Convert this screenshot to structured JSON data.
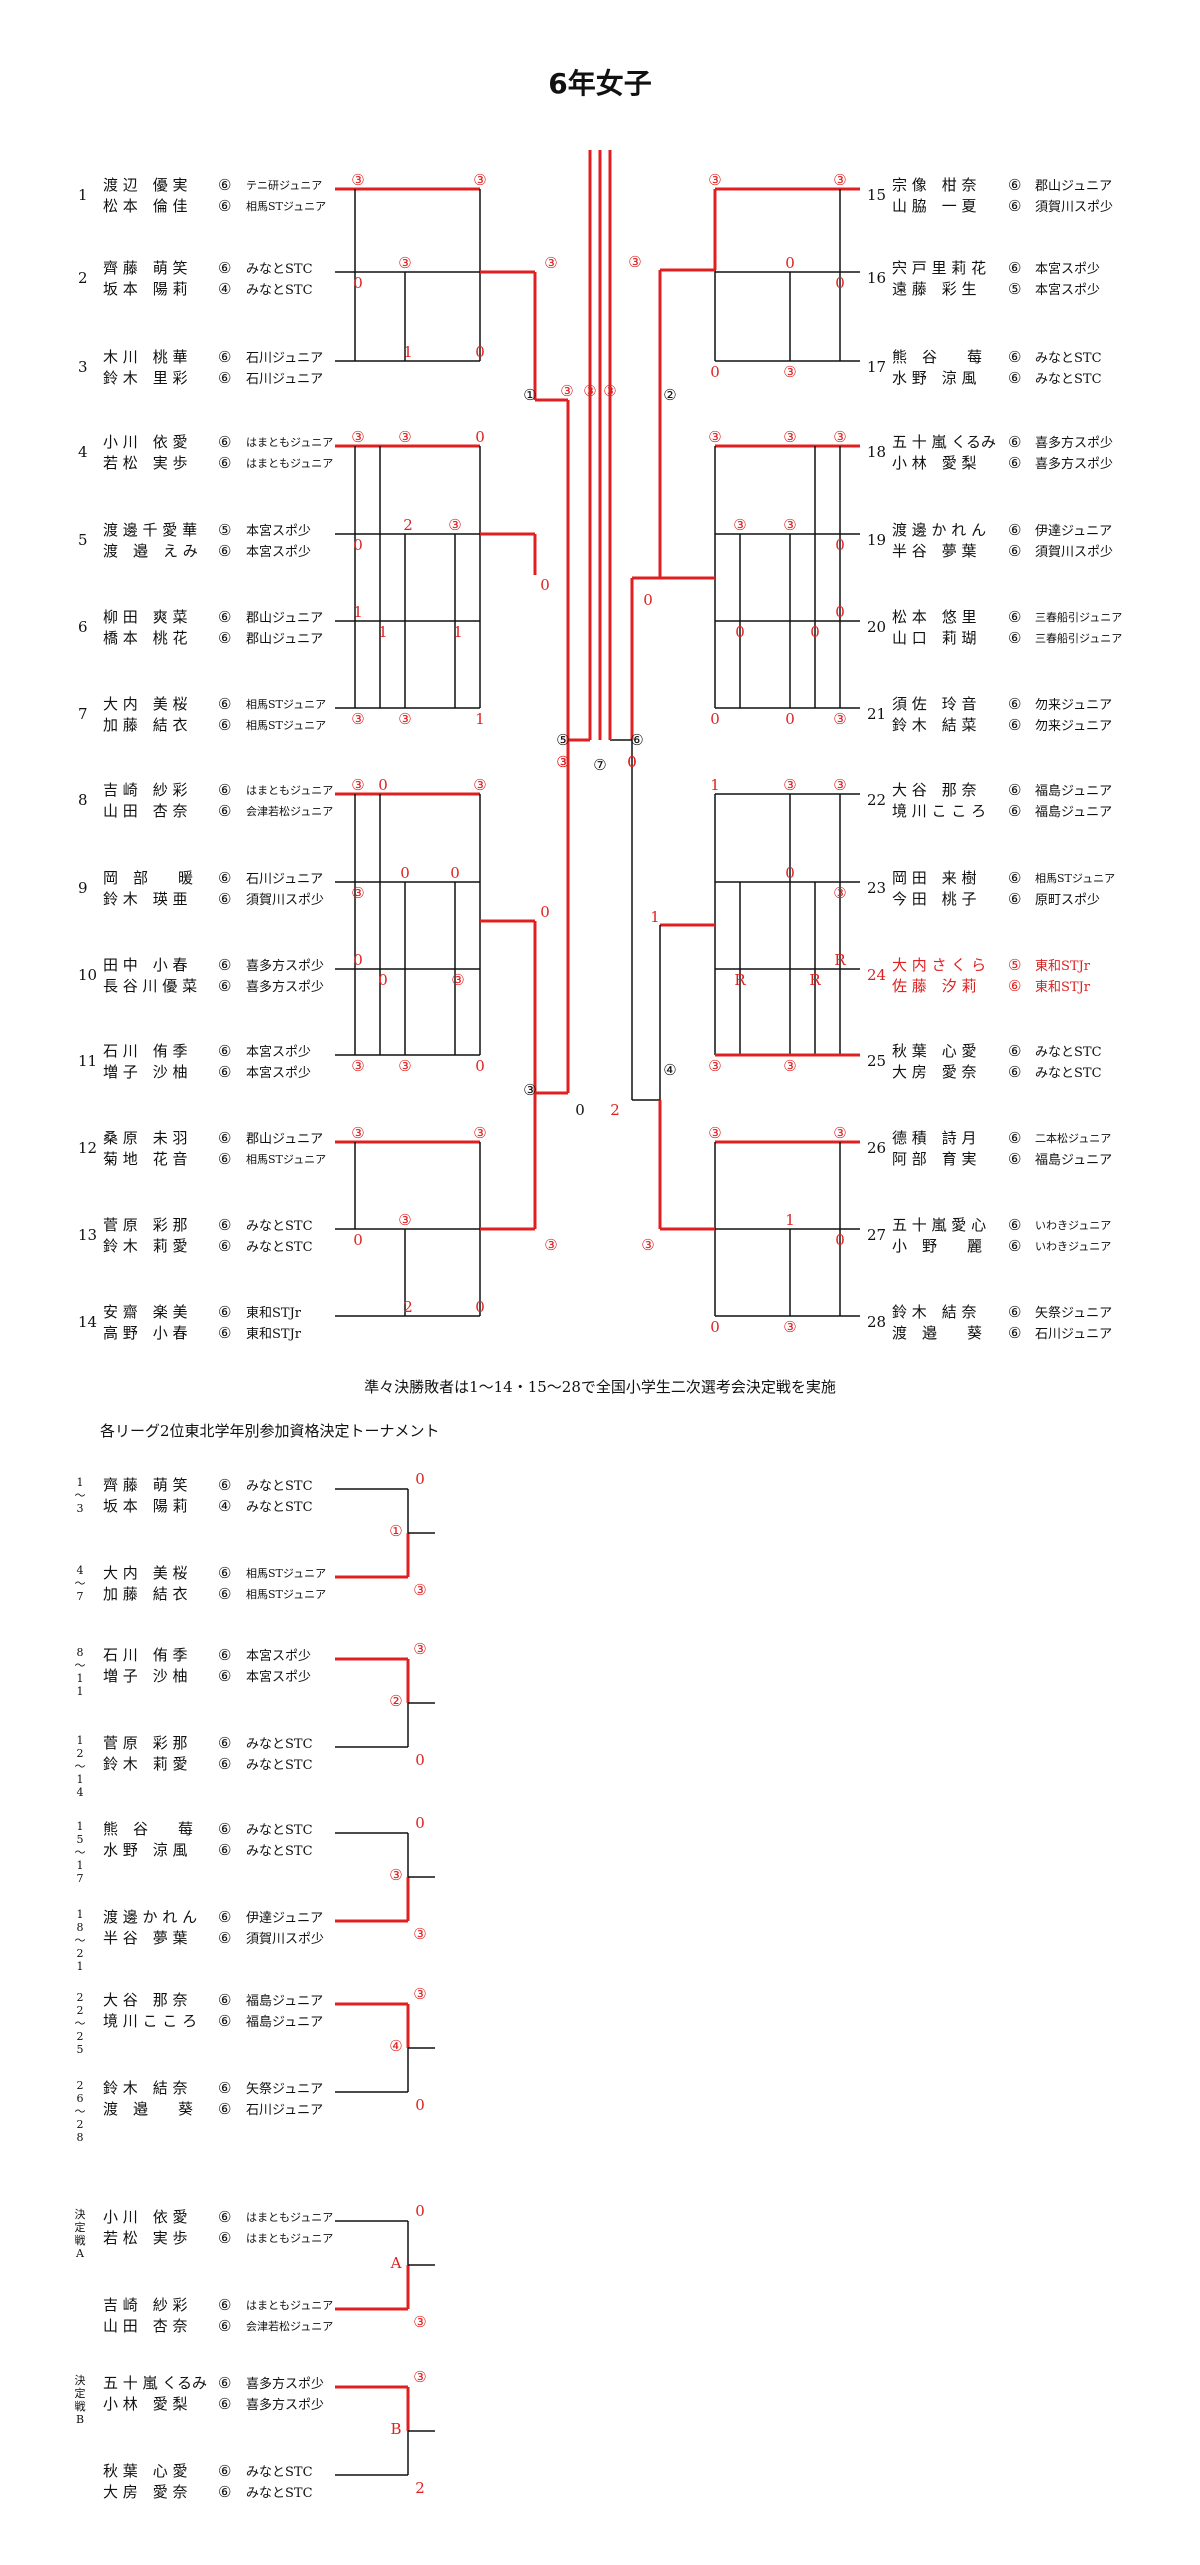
{
  "title": "6年女子",
  "colors": {
    "win": "#e02020",
    "line": "#111111"
  },
  "left_players": [
    {
      "no": "1",
      "a": {
        "name": "渡 辺　優 実",
        "grade": "⑥",
        "club": "テニ研ジュニア"
      },
      "b": {
        "name": "松 本　倫 佳",
        "grade": "⑥",
        "club": "相馬STジュニア"
      }
    },
    {
      "no": "2",
      "a": {
        "name": "齊 藤　萌 笑",
        "grade": "⑥",
        "club": "みなとSTC"
      },
      "b": {
        "name": "坂 本　陽 莉",
        "grade": "④",
        "club": "みなとSTC"
      }
    },
    {
      "no": "3",
      "a": {
        "name": "木 川　桃 華",
        "grade": "⑥",
        "club": "石川ジュニア"
      },
      "b": {
        "name": "鈴 木　里 彩",
        "grade": "⑥",
        "club": "石川ジュニア"
      }
    },
    {
      "no": "4",
      "a": {
        "name": "小 川　依 愛",
        "grade": "⑥",
        "club": "はまともジュニア"
      },
      "b": {
        "name": "若 松　実 歩",
        "grade": "⑥",
        "club": "はまともジュニア"
      }
    },
    {
      "no": "5",
      "a": {
        "name": "渡 邊 千 愛 華",
        "grade": "⑤",
        "club": "本宮スポ少"
      },
      "b": {
        "name": "渡　邉　え み",
        "grade": "⑥",
        "club": "本宮スポ少"
      }
    },
    {
      "no": "6",
      "a": {
        "name": "柳 田　爽 菜",
        "grade": "⑥",
        "club": "郡山ジュニア"
      },
      "b": {
        "name": "橋 本　桃 花",
        "grade": "⑥",
        "club": "郡山ジュニア"
      }
    },
    {
      "no": "7",
      "a": {
        "name": "大 内　美 桜",
        "grade": "⑥",
        "club": "相馬STジュニア"
      },
      "b": {
        "name": "加 藤　結 衣",
        "grade": "⑥",
        "club": "相馬STジュニア"
      }
    },
    {
      "no": "8",
      "a": {
        "name": "吉 崎　紗 彩",
        "grade": "⑥",
        "club": "はまともジュニア"
      },
      "b": {
        "name": "山 田　杏 奈",
        "grade": "⑥",
        "club": "会津若松ジュニア"
      }
    },
    {
      "no": "9",
      "a": {
        "name": "岡　部　　暖",
        "grade": "⑥",
        "club": "石川ジュニア"
      },
      "b": {
        "name": "鈴 木　瑛 亜",
        "grade": "⑥",
        "club": "須賀川スポ少"
      }
    },
    {
      "no": "10",
      "a": {
        "name": "田 中　小 春",
        "grade": "⑥",
        "club": "喜多方スポ少"
      },
      "b": {
        "name": "長 谷 川 優 菜",
        "grade": "⑥",
        "club": "喜多方スポ少"
      }
    },
    {
      "no": "11",
      "a": {
        "name": "石 川　侑 季",
        "grade": "⑥",
        "club": "本宮スポ少"
      },
      "b": {
        "name": "増 子　沙 柚",
        "grade": "⑥",
        "club": "本宮スポ少"
      }
    },
    {
      "no": "12",
      "a": {
        "name": "桑 原　未 羽",
        "grade": "⑥",
        "club": "郡山ジュニア"
      },
      "b": {
        "name": "菊 地　花 音",
        "grade": "⑥",
        "club": "相馬STジュニア"
      }
    },
    {
      "no": "13",
      "a": {
        "name": "菅 原　彩 那",
        "grade": "⑥",
        "club": "みなとSTC"
      },
      "b": {
        "name": "鈴 木　莉 愛",
        "grade": "⑥",
        "club": "みなとSTC"
      }
    },
    {
      "no": "14",
      "a": {
        "name": "安 齋　楽 美",
        "grade": "⑥",
        "club": "東和STJr"
      },
      "b": {
        "name": "高 野　小 春",
        "grade": "⑥",
        "club": "東和STJr"
      }
    }
  ],
  "right_players": [
    {
      "no": "15",
      "a": {
        "name": "宗 像　柑 奈",
        "grade": "⑥",
        "club": "郡山ジュニア"
      },
      "b": {
        "name": "山 脇　一 夏",
        "grade": "⑥",
        "club": "須賀川スポ少"
      }
    },
    {
      "no": "16",
      "a": {
        "name": "宍 戸 里 莉 花",
        "grade": "⑥",
        "club": "本宮スポ少"
      },
      "b": {
        "name": "遠 藤　彩 生",
        "grade": "⑤",
        "club": "本宮スポ少"
      }
    },
    {
      "no": "17",
      "a": {
        "name": "熊　谷　　莓",
        "grade": "⑥",
        "club": "みなとSTC"
      },
      "b": {
        "name": "水 野　涼 風",
        "grade": "⑥",
        "club": "みなとSTC"
      }
    },
    {
      "no": "18",
      "a": {
        "name": "五 十 嵐 くるみ",
        "grade": "⑥",
        "club": "喜多方スポ少"
      },
      "b": {
        "name": "小 林　愛 梨",
        "grade": "⑥",
        "club": "喜多方スポ少"
      }
    },
    {
      "no": "19",
      "a": {
        "name": "渡 邊 か れ ん",
        "grade": "⑥",
        "club": "伊達ジュニア"
      },
      "b": {
        "name": "半 谷　夢 葉",
        "grade": "⑥",
        "club": "須賀川スポ少"
      }
    },
    {
      "no": "20",
      "a": {
        "name": "松 本　悠 里",
        "grade": "⑥",
        "club": "三春船引ジュニア"
      },
      "b": {
        "name": "山 口　莉 瑚",
        "grade": "⑥",
        "club": "三春船引ジュニア"
      }
    },
    {
      "no": "21",
      "a": {
        "name": "須 佐　玲 音",
        "grade": "⑥",
        "club": "勿来ジュニア"
      },
      "b": {
        "name": "鈴 木　結 菜",
        "grade": "⑥",
        "club": "勿来ジュニア"
      }
    },
    {
      "no": "22",
      "a": {
        "name": "大 谷　那 奈",
        "grade": "⑥",
        "club": "福島ジュニア"
      },
      "b": {
        "name": "境 川 こ こ ろ",
        "grade": "⑥",
        "club": "福島ジュニア"
      }
    },
    {
      "no": "23",
      "a": {
        "name": "岡 田　来 樹",
        "grade": "⑥",
        "club": "相馬STジュニア"
      },
      "b": {
        "name": "今 田　桃 子",
        "grade": "⑥",
        "club": "原町スポ少"
      }
    },
    {
      "no": "24",
      "a": {
        "name": "大 内 さ く ら",
        "grade": "⑤",
        "club": "東和STJr"
      },
      "b": {
        "name": "佐 藤　汐 莉",
        "grade": "⑥",
        "club": "東和STJr"
      }
    },
    {
      "no": "25",
      "a": {
        "name": "秋 葉　心 愛",
        "grade": "⑥",
        "club": "みなとSTC"
      },
      "b": {
        "name": "大 房　愛 奈",
        "grade": "⑥",
        "club": "みなとSTC"
      }
    },
    {
      "no": "26",
      "a": {
        "name": "德 積　詩 月",
        "grade": "⑥",
        "club": "二本松ジュニア"
      },
      "b": {
        "name": "阿 部　育 実",
        "grade": "⑥",
        "club": "福島ジュニア"
      }
    },
    {
      "no": "27",
      "a": {
        "name": "五 十 嵐 愛 心",
        "grade": "⑥",
        "club": "いわきジュニア"
      },
      "b": {
        "name": "小　野　　麗",
        "grade": "⑥",
        "club": "いわきジュニア"
      }
    },
    {
      "no": "28",
      "a": {
        "name": "鈴 木　結 奈",
        "grade": "⑥",
        "club": "矢祭ジュニア"
      },
      "b": {
        "name": "渡　邉　　葵",
        "grade": "⑥",
        "club": "石川ジュニア"
      }
    }
  ],
  "scores": {
    "s1": "③",
    "s2": "③",
    "s3": "③",
    "s4": "0",
    "s5": "1",
    "s6": "0",
    "s7": "③",
    "s8": "0",
    "s9": "③",
    "s10": "③",
    "s11": "③",
    "s12": "0",
    "s13": "2",
    "s14": "③",
    "s15": "0",
    "s16": "1",
    "s17": "1",
    "s18": "③",
    "s19": "③",
    "s20": "1",
    "s21": "③",
    "s22": "0",
    "s23": "③",
    "s24": "③",
    "s25": "③",
    "s26": "③",
    "s27": "0",
    "s28": "0",
    "s29": "0",
    "s30": "③",
    "s31": "③",
    "s32": "③",
    "s33": "③",
    "s34": "③",
    "s35": "0",
    "s36": "③",
    "s37": "③",
    "s38": "③",
    "s39": "③",
    "s40": "③",
    "s41": "0",
    "s42": "0",
    "s43": "③",
    "s44": "2",
    "s45": "0",
    "s46": "③",
    "s47": "③",
    "s48": "③",
    "s49": "0",
    "s50": "③",
    "s51": "③",
    "s52": "③",
    "s53": "③",
    "s54": "③",
    "s55": "0",
    "s56": "0",
    "s57": "③",
    "s58": "0",
    "s59": "0",
    "s60": "③",
    "s61": "③",
    "s62": "③",
    "s63": "③",
    "s64": "③",
    "s65": "0",
    "s66": "③",
    "s67": "0",
    "s68": "0",
    "s69": "③",
    "s70": "0",
    "s71": "0",
    "s72": "③",
    "s73": "③",
    "s74": "1",
    "s75": "③",
    "s76": "③",
    "s77": "0",
    "s78": "R",
    "s79": "R",
    "s80": "R",
    "s81": "③",
    "s82": "③",
    "s83": "1",
    "s84": "③",
    "s85": "③",
    "s86": "1",
    "s87": "0",
    "s88": "0",
    "s89": "③",
    "s90": "0",
    "s91": "2",
    "c_left": "③",
    "c_right": "0",
    "c_center": "⑦"
  },
  "round_labels": {
    "r1": "①",
    "r2": "②",
    "r3": "③",
    "r4": "④",
    "r5": "⑤",
    "r6": "⑥"
  },
  "note": "準々決勝敗者は1〜14・15〜28で全国小学生二次選考会決定戦を実施",
  "sub_title": "各リーグ2位東北学年別参加資格決定トーナメント",
  "sub_matches": [
    {
      "side_a": "1〜3",
      "side_b": "4〜7",
      "a": [
        {
          "name": "齊 藤　萌 笑",
          "grade": "⑥",
          "club": "みなとSTC"
        },
        {
          "name": "坂 本　陽 莉",
          "grade": "④",
          "club": "みなとSTC"
        }
      ],
      "b": [
        {
          "name": "大 内　美 桜",
          "grade": "⑥",
          "club": "相馬STジュニア"
        },
        {
          "name": "加 藤　結 衣",
          "grade": "⑥",
          "club": "相馬STジュニア"
        }
      ],
      "label": "①",
      "score_a": "0",
      "score_b": "③"
    },
    {
      "side_a": "8〜11",
      "side_b": "12〜14",
      "a": [
        {
          "name": "石 川　侑 季",
          "grade": "⑥",
          "club": "本宮スポ少"
        },
        {
          "name": "増 子　沙 柚",
          "grade": "⑥",
          "club": "本宮スポ少"
        }
      ],
      "b": [
        {
          "name": "菅 原　彩 那",
          "grade": "⑥",
          "club": "みなとSTC"
        },
        {
          "name": "鈴 木　莉 愛",
          "grade": "⑥",
          "club": "みなとSTC"
        }
      ],
      "label": "②",
      "score_a": "③",
      "score_b": "0"
    },
    {
      "side_a": "15〜17",
      "side_b": "18〜21",
      "a": [
        {
          "name": "熊　谷　　莓",
          "grade": "⑥",
          "club": "みなとSTC"
        },
        {
          "name": "水 野　涼 風",
          "grade": "⑥",
          "club": "みなとSTC"
        }
      ],
      "b": [
        {
          "name": "渡 邊 か れ ん",
          "grade": "⑥",
          "club": "伊達ジュニア"
        },
        {
          "name": "半 谷　夢 葉",
          "grade": "⑥",
          "club": "須賀川スポ少"
        }
      ],
      "label": "③",
      "score_a": "0",
      "score_b": "③"
    },
    {
      "side_a": "22〜25",
      "side_b": "26〜28",
      "a": [
        {
          "name": "大 谷　那 奈",
          "grade": "⑥",
          "club": "福島ジュニア"
        },
        {
          "name": "境 川 こ こ ろ",
          "grade": "⑥",
          "club": "福島ジュニア"
        }
      ],
      "b": [
        {
          "name": "鈴 木　結 奈",
          "grade": "⑥",
          "club": "矢祭ジュニア"
        },
        {
          "name": "渡　邉　　葵",
          "grade": "⑥",
          "club": "石川ジュニア"
        }
      ],
      "label": "④",
      "score_a": "③",
      "score_b": "0"
    },
    {
      "side_a": "決定戦A",
      "side_b": "",
      "a": [
        {
          "name": "小 川　依 愛",
          "grade": "⑥",
          "club": "はまともジュニア"
        },
        {
          "name": "若 松　実 歩",
          "grade": "⑥",
          "club": "はまともジュニア"
        }
      ],
      "b": [
        {
          "name": "吉 崎　紗 彩",
          "grade": "⑥",
          "club": "はまともジュニア"
        },
        {
          "name": "山 田　杏 奈",
          "grade": "⑥",
          "club": "会津若松ジュニア"
        }
      ],
      "label": "A",
      "score_a": "0",
      "score_b": "③"
    },
    {
      "side_a": "決定戦B",
      "side_b": "",
      "a": [
        {
          "name": "五 十 嵐 くるみ",
          "grade": "⑥",
          "club": "喜多方スポ少"
        },
        {
          "name": "小 林　愛 梨",
          "grade": "⑥",
          "club": "喜多方スポ少"
        }
      ],
      "b": [
        {
          "name": "秋 葉　心 愛",
          "grade": "⑥",
          "club": "みなとSTC"
        },
        {
          "name": "大 房　愛 奈",
          "grade": "⑥",
          "club": "みなとSTC"
        }
      ],
      "label": "B",
      "score_a": "③",
      "score_b": "2"
    }
  ]
}
